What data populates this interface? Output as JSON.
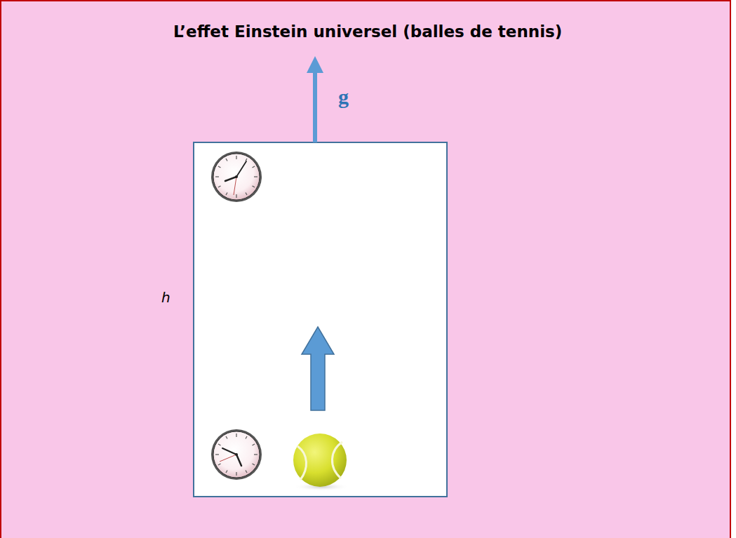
{
  "diagram": {
    "title": "L’effet Einstein universel (balles de tennis)",
    "labels": [
      "g",
      "h"
    ]
  }
}
